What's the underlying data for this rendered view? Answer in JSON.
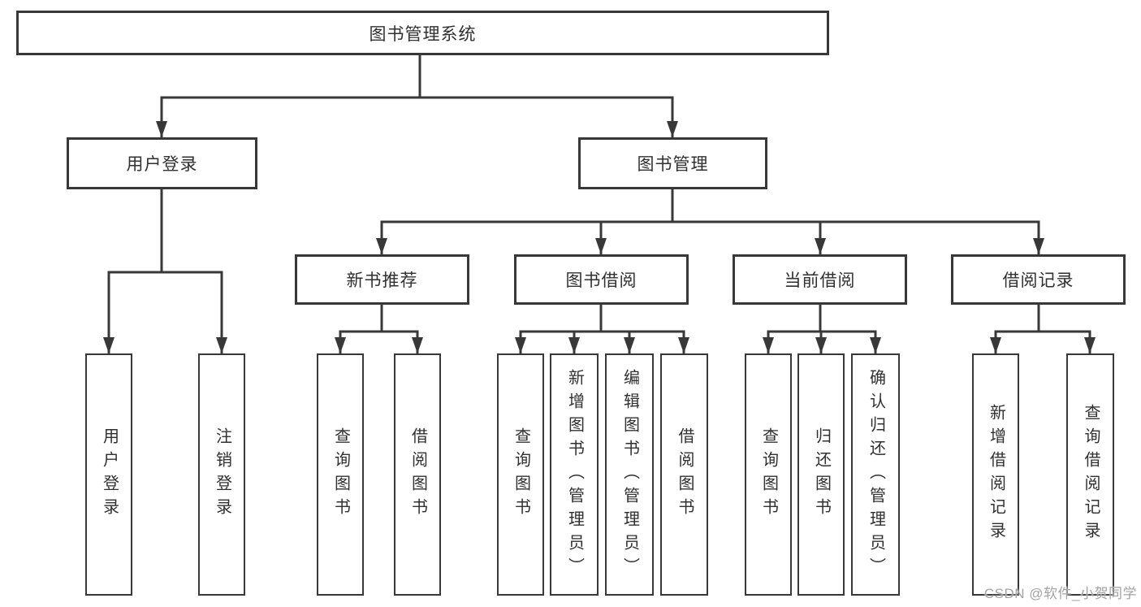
{
  "title": "图书管理系统",
  "colors": {
    "line": "#383838",
    "box_border": "#383838",
    "text": "#303030",
    "watermark": "#a3a3a3",
    "background": "#ffffff"
  },
  "watermark": {
    "text": "CSDN @软件_小贺同学"
  },
  "tree": {
    "label": "图书管理系统",
    "children": [
      {
        "label": "用户登录",
        "children": [
          {
            "label": "用户登录"
          },
          {
            "label": "注销登录"
          }
        ]
      },
      {
        "label": "图书管理",
        "children": [
          {
            "label": "新书推荐",
            "children": [
              {
                "label": "查询图书"
              },
              {
                "label": "借阅图书"
              }
            ]
          },
          {
            "label": "图书借阅",
            "children": [
              {
                "label": "查询图书"
              },
              {
                "label": "新增图书（管理员）"
              },
              {
                "label": "编辑图书（管理员）"
              },
              {
                "label": "借阅图书"
              }
            ]
          },
          {
            "label": "当前借阅",
            "children": [
              {
                "label": "查询图书"
              },
              {
                "label": "归还图书"
              },
              {
                "label": "确认归还（管理员）"
              }
            ]
          },
          {
            "label": "借阅记录",
            "children": [
              {
                "label": "新增借阅记录"
              },
              {
                "label": "查询借阅记录"
              }
            ]
          }
        ]
      }
    ]
  }
}
